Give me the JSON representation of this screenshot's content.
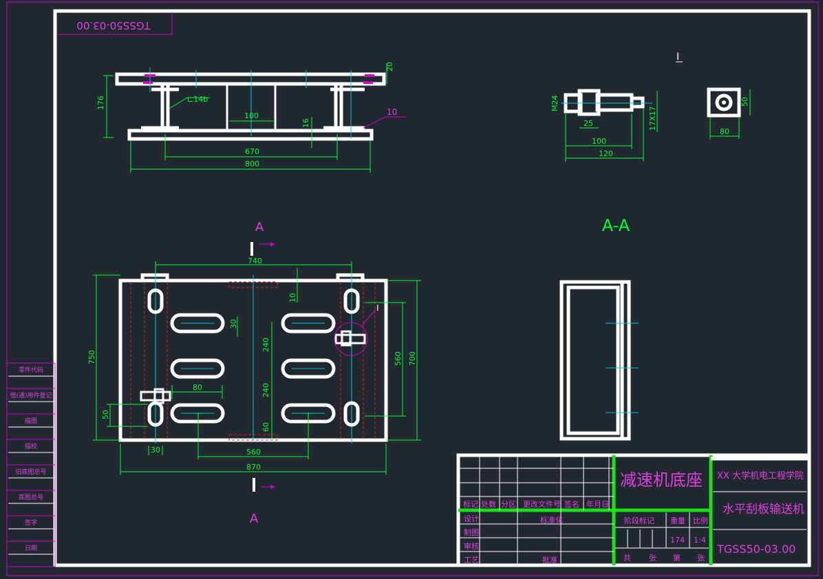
{
  "drawing": {
    "stamp_code": "TGSS50-03.00",
    "side_view": {
      "dims": {
        "top_plate": "20",
        "height": "176",
        "channel": "⊏14b",
        "gap": "100",
        "plate": "16",
        "inner": "670",
        "overall": "800",
        "weld": "10"
      }
    },
    "bolt_view": {
      "detail_label": "I",
      "dims": {
        "thread": "M24",
        "nut_len": "25",
        "shank": "100",
        "total": "120",
        "keyway": "17X17",
        "block_w": "80",
        "block_h": "50"
      }
    },
    "view_a_top_label": "A",
    "view_a_bottom_label": "A",
    "section_label": "A-A",
    "plan_view": {
      "detail_label": "I",
      "dims": {
        "top_span": "740",
        "edge": "10",
        "slot_w": "30",
        "pitch_upper": "240",
        "pitch_lower": "240",
        "slot_len": "80",
        "height_outer": "750",
        "height_mid": "560",
        "height_frame": "700",
        "slot_off": "50",
        "edge_off": "60",
        "foot": "30",
        "bottom_span": "560",
        "width": "870"
      }
    }
  },
  "side_labels": [
    "零件代码",
    "借(通)用件登记",
    "描图",
    "描校",
    "旧底图总号",
    "底图总号",
    "签字",
    "日期"
  ],
  "title_block": {
    "drawing_name": "减速机底座",
    "org": "XX 大学机电工程学院",
    "project": "水平刮板输送机",
    "code": "TGSS50-03.00",
    "rev_headers": [
      "标记",
      "处数",
      "分区",
      "更改文件号",
      "签名",
      "年月日"
    ],
    "rows": [
      "设计",
      "制图",
      "审核",
      "工艺"
    ],
    "std_label": "标准化",
    "approve_label": "批准",
    "stage_label": "阶段标记",
    "weight_label": "重量",
    "scale_label": "比例",
    "weight": "174",
    "scale": "1:4",
    "total_label": "共",
    "sheet_unit": "张",
    "sheet_label": "第",
    "sheet_unit2": "张"
  }
}
